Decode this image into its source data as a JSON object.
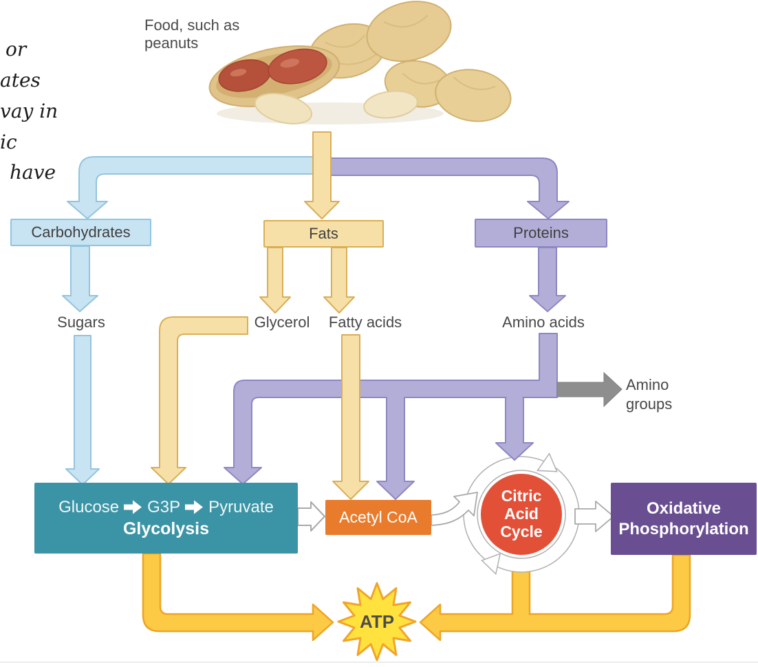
{
  "annotation": {
    "lines": [
      "or",
      "ates",
      "vay in",
      "ic",
      "have"
    ]
  },
  "food": {
    "line1": "Food, such as",
    "line2": "peanuts"
  },
  "boxes": {
    "carbohydrates": "Carbohydrates",
    "fats": "Fats",
    "proteins": "Proteins"
  },
  "labels": {
    "sugars": "Sugars",
    "glycerol": "Glycerol",
    "fatty_acids": "Fatty acids",
    "amino_acids": "Amino acids",
    "amino_groups_line1": "Amino",
    "amino_groups_line2": "groups"
  },
  "glycolysis": {
    "step1": "Glucose",
    "step2": "G3P",
    "step3": "Pyruvate",
    "title": "Glycolysis"
  },
  "acetyl_coa": {
    "label": "Acetyl CoA"
  },
  "citric_acid_cycle": {
    "line1": "Citric",
    "line2": "Acid",
    "line3": "Cycle"
  },
  "oxidative_phosphorylation": {
    "line1": "Oxidative",
    "line2": "Phosphorylation"
  },
  "atp": {
    "label": "ATP"
  },
  "colors": {
    "carb_fill": "#c8e3f2",
    "carb_stroke": "#8ec6e0",
    "fat_fill": "#f6e0a8",
    "fat_stroke": "#d9ae56",
    "protein_fill": "#b3aed8",
    "protein_stroke": "#8d87c2",
    "glycolysis_bg": "#3b94a6",
    "acetyl_bg": "#e87c2c",
    "citric_bg": "#e25038",
    "oxphos_bg": "#6a4e92",
    "gold_fill": "#fcca45",
    "gold_stroke": "#eda423",
    "gray_arrow": "#8e8e8e",
    "atp_star_fill": "#ffe23e",
    "atp_star_stroke": "#f0a42a"
  }
}
